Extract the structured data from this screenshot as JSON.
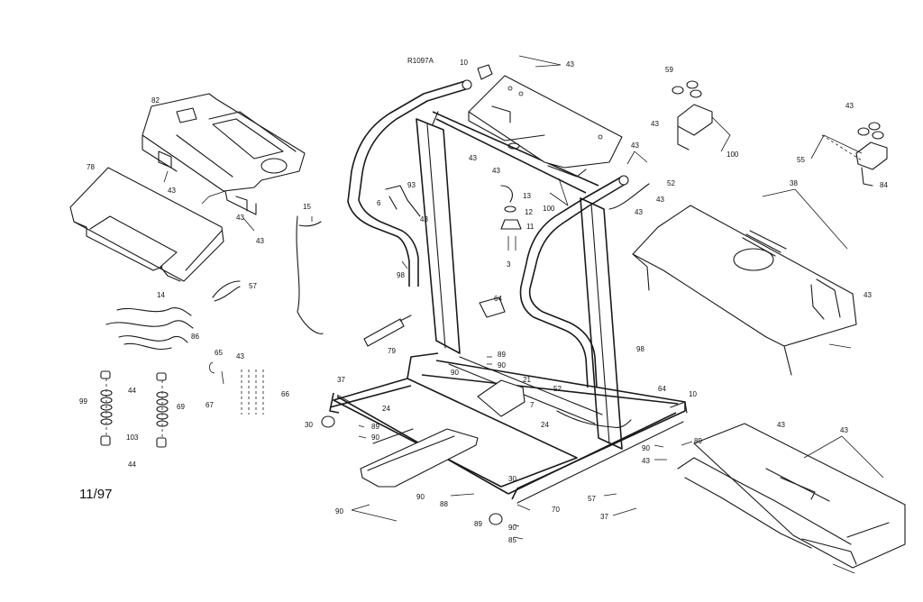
{
  "drawing_code": "R1097A",
  "date": "11/97",
  "callouts": [
    "82",
    "78",
    "43",
    "43",
    "43",
    "15",
    "14",
    "86",
    "57",
    "65",
    "43",
    "67",
    "66",
    "44",
    "99",
    "103",
    "69",
    "44",
    "10",
    "43",
    "43",
    "93",
    "6",
    "43",
    "43",
    "13",
    "12",
    "11",
    "3",
    "98",
    "64",
    "79",
    "37",
    "24",
    "30",
    "89",
    "90",
    "90",
    "89",
    "90",
    "21",
    "7",
    "52",
    "24",
    "30",
    "89",
    "90",
    "85",
    "90",
    "90",
    "88",
    "57",
    "37",
    "70",
    "98",
    "64",
    "10",
    "52",
    "43",
    "43",
    "43",
    "100",
    "59",
    "43",
    "100",
    "43",
    "55",
    "84",
    "43",
    "38",
    "43",
    "89",
    "90",
    "43",
    "43"
  ]
}
